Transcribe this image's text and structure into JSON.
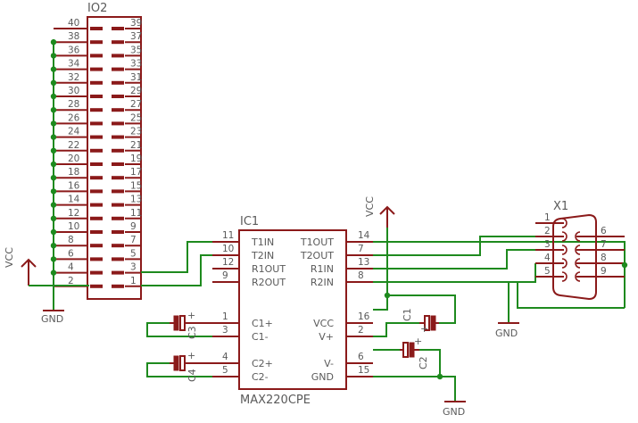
{
  "header": {
    "io2_label": "IO2",
    "ic1_label": "IC1",
    "ic1_part": "MAX220CPE",
    "x1_label": "X1"
  },
  "io2": {
    "left_pins": [
      "40",
      "38",
      "36",
      "34",
      "32",
      "30",
      "28",
      "26",
      "24",
      "22",
      "20",
      "18",
      "16",
      "14",
      "12",
      "10",
      "8",
      "6",
      "4",
      "2"
    ],
    "right_pins": [
      "39",
      "37",
      "35",
      "33",
      "31",
      "29",
      "27",
      "25",
      "23",
      "21",
      "19",
      "17",
      "15",
      "13",
      "11",
      "9",
      "7",
      "5",
      "3",
      "1"
    ]
  },
  "ic1": {
    "left_pin_numbers": [
      "11",
      "10",
      "12",
      "9",
      "1",
      "3",
      "4",
      "5"
    ],
    "left_pin_names": [
      "T1IN",
      "T2IN",
      "R1OUT",
      "R2OUT",
      "C1+",
      "C1-",
      "C2+",
      "C2-"
    ],
    "right_pin_numbers": [
      "14",
      "7",
      "13",
      "8",
      "16",
      "2",
      "6",
      "15"
    ],
    "right_pin_names": [
      "T1OUT",
      "T2OUT",
      "R1IN",
      "R2IN",
      "VCC",
      "V+",
      "V-",
      "GND"
    ]
  },
  "x1": {
    "pins": [
      "1",
      "2",
      "3",
      "4",
      "5",
      "6",
      "7",
      "8",
      "9"
    ]
  },
  "power": {
    "vcc_left": "VCC",
    "vcc_right": "VCC",
    "gnd_left": "GND",
    "gnd_bottom": "GND",
    "gnd_x1": "GND"
  },
  "capacitors": {
    "c1": "C1",
    "c2": "C2",
    "c3": "C3",
    "c4": "C4"
  },
  "colors": {
    "wire": "#1e8a1e",
    "part": "#8b1a1a",
    "text": "#5a5a5a"
  }
}
